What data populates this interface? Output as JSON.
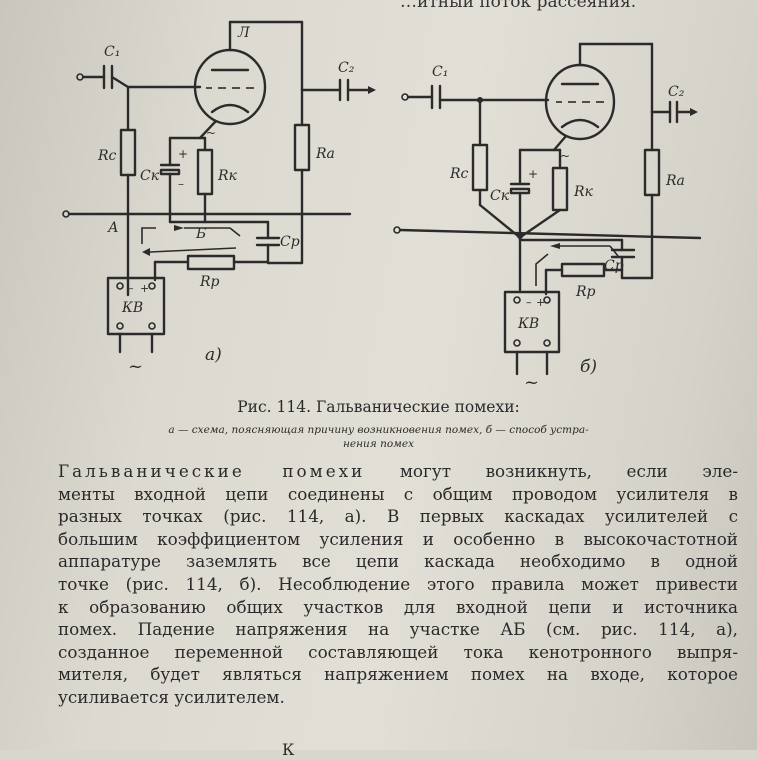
{
  "header_fragment": "…итный поток рассеяния.",
  "figure": {
    "labels_a": {
      "lamp": "Л",
      "c1": "C₁",
      "c2": "C₂",
      "rc": "Rс",
      "ck": "Cк",
      "rk": "Rк",
      "ra": "Rа",
      "cp": "Cр",
      "rp": "Rр",
      "point_a": "А",
      "point_b": "Б",
      "kv": "КВ",
      "plus": "+",
      "minus": "–",
      "ac": "~",
      "part": "а)"
    },
    "labels_b": {
      "c1": "C₁",
      "c2": "C₂",
      "rc": "Rс",
      "ck": "Cк",
      "rk": "Rк",
      "ra": "Rа",
      "cp": "Cр",
      "rp": "Rр",
      "kv": "КВ",
      "ac": "~",
      "part": "б)"
    },
    "caption_title": "Рис. 114. Гальванические помехи:",
    "caption_sub_1": "а — схема, поясняющая причину возникновения помех, б — способ устра-",
    "caption_sub_2": "нения помех"
  },
  "paragraph": {
    "term": "Гальванические помехи",
    "lines": [
      " могут возникнуть, если эле-",
      "менты входной цепи соединены с общим проводом усилителя в",
      "разных точках (рис. 114, а). В первых каскадах усилителей с",
      "большим коэффициентом усиления и особенно в высокочастотной",
      "аппаратуре заземлять все цепи каскада необходимо в одной",
      "точке (рис. 114, б). Несоблюдение этого правила может привести",
      "к образованию общих участков для входной цепи и источника",
      "помех. Падение напряжения на участке АБ (см. рис. 114, а),",
      "созданное переменной составляющей тока кенотронного выпря-",
      "мителя, будет являться напряжением помех на входе, которое",
      "усиливается усилителем."
    ]
  },
  "footer_fragment": "К"
}
